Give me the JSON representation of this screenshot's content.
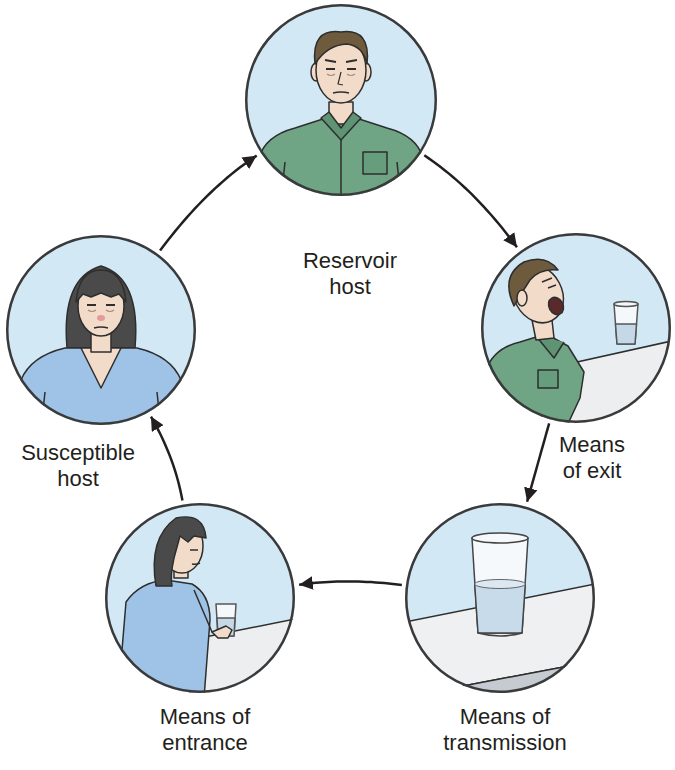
{
  "diagram": {
    "nodes": [
      {
        "text": [
          "Reservoir host"
        ]
      },
      {
        "text": [
          "Means of exit"
        ]
      },
      {
        "text": [
          "Means of transmission"
        ]
      },
      {
        "text": [
          "Means of entrance"
        ]
      },
      {
        "text": [
          "Susceptible host"
        ]
      }
    ],
    "edges": [
      {
        "from": 0,
        "to": 1,
        "arrow": "to"
      },
      {
        "from": 1,
        "to": 2,
        "arrow": "to"
      },
      {
        "from": 2,
        "to": 3,
        "arrow": "to"
      },
      {
        "from": 3,
        "to": 4,
        "arrow": "to"
      },
      {
        "from": 4,
        "to": 0,
        "arrow": "to"
      }
    ]
  }
}
